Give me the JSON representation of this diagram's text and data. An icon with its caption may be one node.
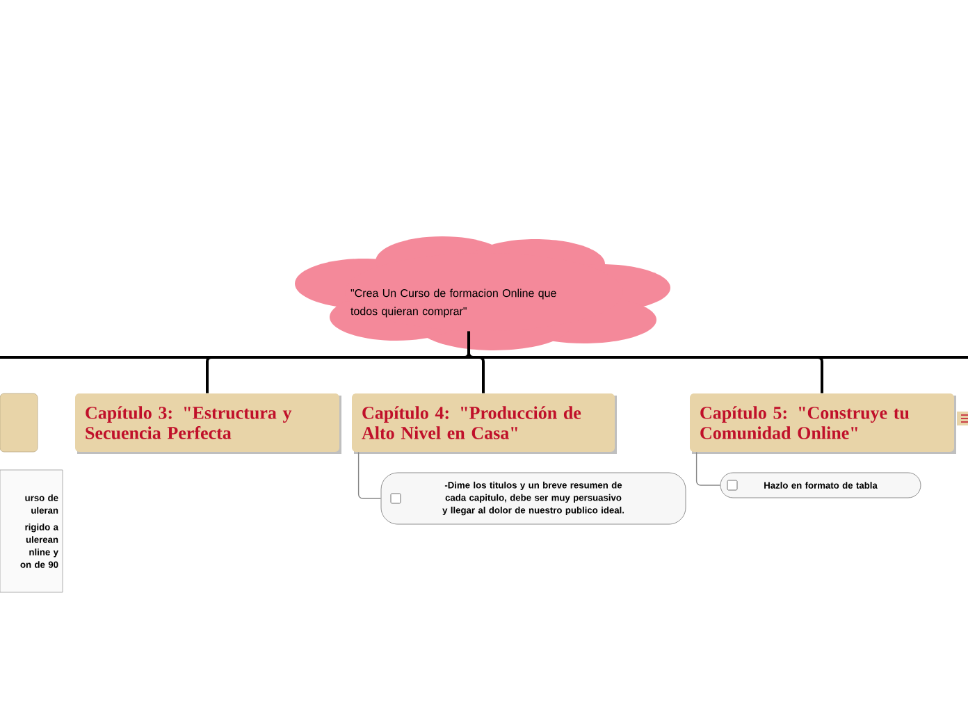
{
  "diagram": {
    "nodes": [
      {
        "text": [
          "\"Crea Un Curso de formacion Online que todos quieran comprar\""
        ]
      },
      {
        "text": [],
        "shape": "box"
      },
      {
        "text": [
          "urso de uleran",
          "rigido a ulerean nline y on de 90"
        ]
      },
      {
        "text": [
          "Capítulo 3: \"Estructura y Secuencia Perfecta"
        ]
      },
      {
        "text": [
          "Capítulo 4: \"Producción de Alto Nivel en Casa\""
        ]
      },
      {
        "text": [
          "-Dime los titulos y un breve resumen de cada capitulo, debe ser muy persuasivo y llegar al dolor de nuestro publico ideal."
        ]
      },
      {
        "text": [
          "Capítulo 5: \"Construye tu Comunidad Online\""
        ]
      },
      {
        "text": [
          "Hazlo en formato de tabla"
        ]
      }
    ],
    "edges": [
      {
        "from": 0,
        "to": 3,
        "arrow": "none"
      },
      {
        "from": 0,
        "to": 4,
        "arrow": "none"
      },
      {
        "from": 0,
        "to": 6,
        "arrow": "none"
      },
      {
        "from": 4,
        "to": 5,
        "arrow": "none",
        "color": "#888888"
      },
      {
        "from": 6,
        "to": 7,
        "arrow": "none",
        "color": "#888888"
      }
    ]
  }
}
